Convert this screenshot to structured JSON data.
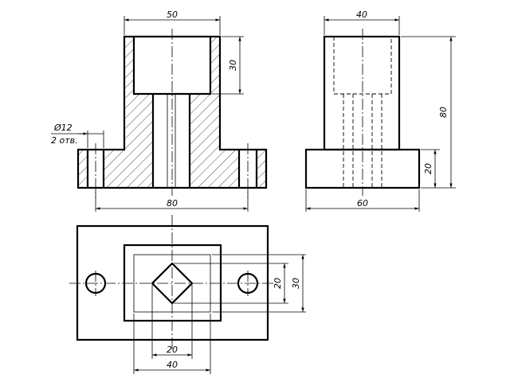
{
  "drawing": {
    "front_view": {
      "dim_top_width": "50",
      "dim_cavity_depth": "30",
      "dim_base_width": "80",
      "hole_note_diameter": "Ø12",
      "hole_note_count": "2 отв."
    },
    "side_view": {
      "dim_top_width": "40",
      "dim_total_height": "80",
      "dim_base_height": "20",
      "dim_base_width": "60"
    },
    "top_view": {
      "dim_square_vertical": "20",
      "dim_outer_vertical": "30",
      "dim_square_horizontal": "20",
      "dim_inner_horizontal": "40"
    }
  }
}
